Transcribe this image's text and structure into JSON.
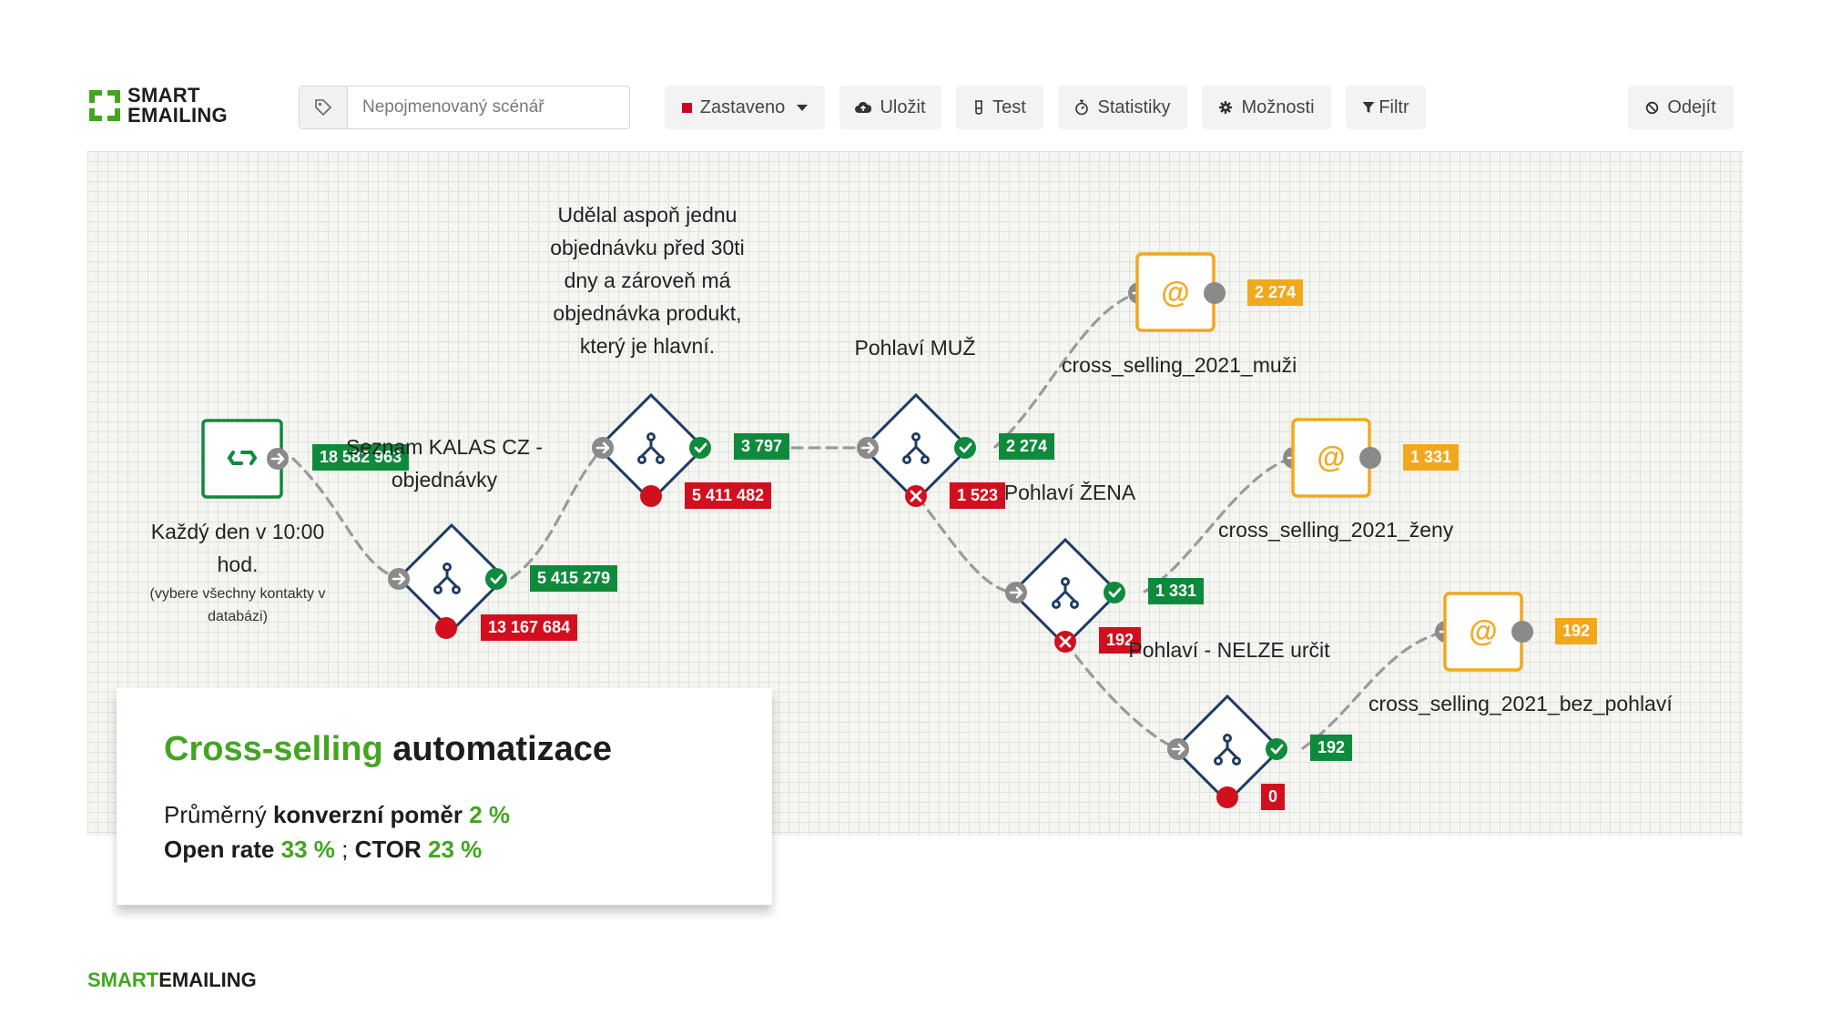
{
  "header": {
    "logo_line1": "SMART",
    "logo_line2": "EMAILING",
    "scenario_placeholder": "Nepojmenovaný scénář",
    "status_label": "Zastaveno",
    "save_label": "Uložit",
    "test_label": "Test",
    "stats_label": "Statistiky",
    "options_label": "Možnosti",
    "filter_label": "Filtr",
    "exit_label": "Odejít"
  },
  "flow": {
    "trigger": {
      "label": "Každý den v 10:00 hod.",
      "note": "(vybere všechny kontakty v databázi)",
      "count": "18 582 963"
    },
    "list_condition": {
      "label": "Seznam KALAS CZ - objednávky",
      "yes": "5 415 279",
      "no": "13 167 684"
    },
    "order_condition": {
      "label": "Udělal aspoň jednu objednávku před 30ti dny a zároveň má objednávka produkt, který je hlavní.",
      "yes": "3 797",
      "no": "5 411 482"
    },
    "male_condition": {
      "label": "Pohlaví MUŽ",
      "yes": "2 274",
      "no": "1 523"
    },
    "female_condition": {
      "label": "Pohlaví ŽENA",
      "yes": "1 331",
      "no": "192"
    },
    "unknown_condition": {
      "label": "Pohlaví - NELZE určit",
      "yes": "192",
      "no": "0"
    },
    "emails": [
      {
        "label": "cross_selling_2021_muži",
        "count": "2 274"
      },
      {
        "label": "cross_selling_2021_ženy",
        "count": "1 331"
      },
      {
        "label": "cross_selling_2021_bez_pohlaví",
        "count": "192"
      }
    ]
  },
  "card": {
    "title_green": "Cross-selling",
    "title_rest": "automatizace",
    "l1_prefix": "Průměrný",
    "l1_bold": "konverzní poměr",
    "l1_value": "2 %",
    "l2_open_label": "Open rate",
    "l2_open_value": "33 %",
    "l2_sep": ";",
    "l2_ctor_label": "CTOR",
    "l2_ctor_value": "23 %"
  },
  "footer": {
    "brand_smart": "SMART",
    "brand_emailing": "EMAILING"
  },
  "colors": {
    "green": "#0f8a3c",
    "brand_green": "#43a521",
    "red": "#d20f1e",
    "orange": "#f2a81d",
    "navy": "#1f3b63"
  }
}
